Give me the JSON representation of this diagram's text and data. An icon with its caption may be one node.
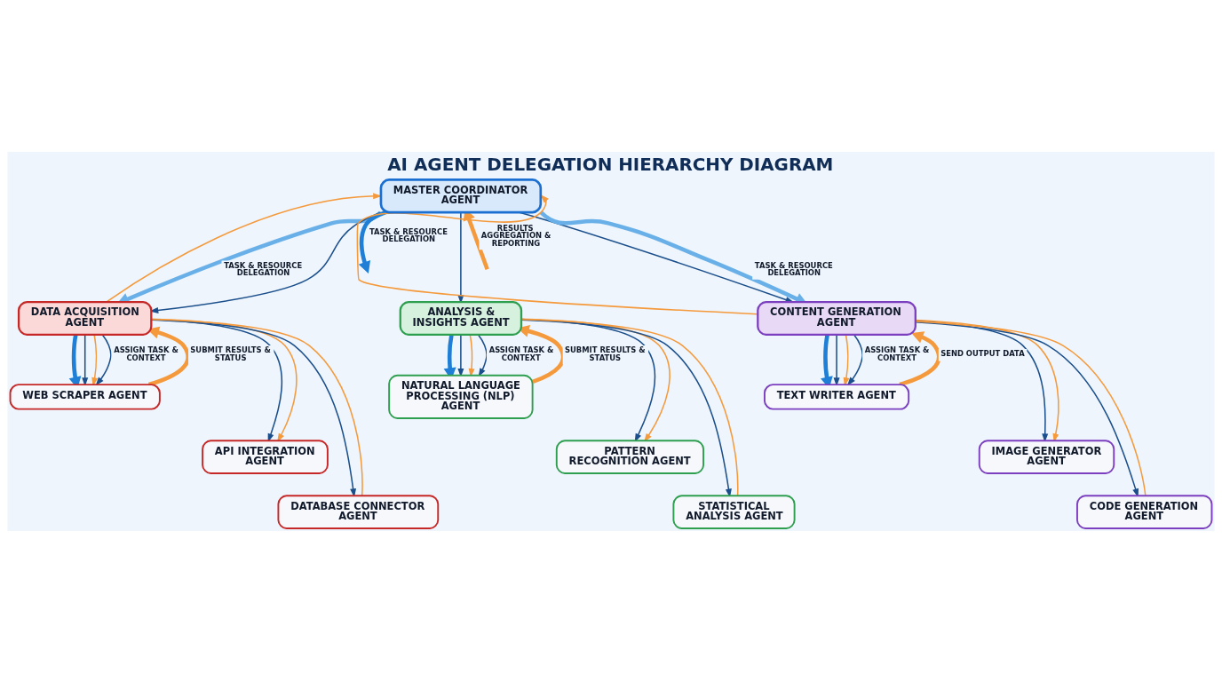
{
  "diagram": {
    "title": "AI AGENT DELEGATION HIERARCHY DIAGRAM",
    "nodes": [
      {
        "text": [
          "MASTER COORDINATOR AGENT"
        ]
      },
      {
        "text": [
          "DATA ACQUISITION AGENT"
        ]
      },
      {
        "text": [
          "ANALYSIS & INSIGHTS AGENT"
        ]
      },
      {
        "text": [
          "CONTENT GENERATION AGENT"
        ]
      },
      {
        "text": [
          "WEB SCRAPER AGENT"
        ]
      },
      {
        "text": [
          "API INTEGRATION AGENT"
        ]
      },
      {
        "text": [
          "DATABASE CONNECTOR AGENT"
        ]
      },
      {
        "text": [
          "NATURAL LANGUAGE PROCESSING (NLP) AGENT"
        ]
      },
      {
        "text": [
          "PATTERN RECOGNITION AGENT"
        ]
      },
      {
        "text": [
          "STATISTICAL ANALYSIS AGENT"
        ]
      },
      {
        "text": [
          "TEXT WRITER AGENT"
        ]
      },
      {
        "text": [
          "IMAGE GENERATOR AGENT"
        ]
      },
      {
        "text": [
          "CODE GENERATION AGENT"
        ]
      }
    ],
    "edges": [
      {
        "from": 1,
        "to": 0,
        "arrow": "to",
        "color": "#f59a3c"
      },
      {
        "from": 3,
        "to": 0,
        "arrow": "to",
        "color": "#f59a3c"
      },
      {
        "from": 0,
        "to": 1,
        "arrow": "to",
        "label": "TASK & RESOURCE DELEGATION",
        "style": "thick",
        "color": "#6ab0e8"
      },
      {
        "from": 0,
        "to": 1,
        "arrow": "to",
        "color": "#1b4f8c"
      },
      {
        "from": 0,
        "to": null,
        "arrow": "to",
        "label": "TASK & RESOURCE DELEGATION",
        "style": "thick",
        "color": "#1f7fd6"
      },
      {
        "from": 0,
        "to": 2,
        "arrow": "to",
        "color": "#1b4f8c"
      },
      {
        "from": null,
        "to": 0,
        "arrow": "to",
        "label": "RESULTS AGGREGATION & REPORTING",
        "style": "thick",
        "color": "#f59a3c"
      },
      {
        "from": 0,
        "to": 3,
        "arrow": "to",
        "color": "#1b4f8c"
      },
      {
        "from": 0,
        "to": 3,
        "arrow": "to",
        "label": "TASK & RESOURCE DELEGATION",
        "style": "thick",
        "color": "#6ab0e8"
      },
      {
        "from": 1,
        "to": 5,
        "arrow": "to",
        "color": "#1b4f8c"
      },
      {
        "from": 1,
        "to": 6,
        "arrow": "to",
        "color": "#1b4f8c"
      },
      {
        "from": 1,
        "to": 4,
        "arrow": "to",
        "style": "thick",
        "color": "#1f7fd6"
      },
      {
        "from": 1,
        "to": 4,
        "arrow": "to",
        "color": "#1b4f8c"
      },
      {
        "from": 1,
        "to": 4,
        "arrow": "to",
        "color": "#f59a3c"
      },
      {
        "from": 1,
        "to": 5,
        "arrow": "to",
        "color": "#f59a3c"
      },
      {
        "from": 1,
        "to": 6,
        "arrow": "none",
        "color": "#f59a3c"
      },
      {
        "from": 1,
        "to": 4,
        "arrow": "to",
        "label": "ASSIGN TASK & CONTEXT",
        "color": "#1b4f8c"
      },
      {
        "from": 4,
        "to": 1,
        "arrow": "to",
        "label": "SUBMIT RESULTS & STATUS",
        "style": "thick",
        "color": "#f59a3c"
      },
      {
        "from": 2,
        "to": 8,
        "arrow": "to",
        "color": "#1b4f8c"
      },
      {
        "from": 2,
        "to": 9,
        "arrow": "to",
        "color": "#1b4f8c"
      },
      {
        "from": 2,
        "to": 7,
        "arrow": "to",
        "style": "thick",
        "color": "#1f7fd6"
      },
      {
        "from": 2,
        "to": 7,
        "arrow": "to",
        "color": "#1b4f8c"
      },
      {
        "from": 2,
        "to": 7,
        "arrow": "to",
        "color": "#f59a3c"
      },
      {
        "from": 2,
        "to": 8,
        "arrow": "to",
        "color": "#f59a3c"
      },
      {
        "from": 2,
        "to": 9,
        "arrow": "none",
        "color": "#f59a3c"
      },
      {
        "from": 2,
        "to": 7,
        "arrow": "to",
        "label": "ASSIGN TASK & CONTEXT",
        "color": "#1b4f8c"
      },
      {
        "from": 7,
        "to": 2,
        "arrow": "to",
        "label": "SUBMIT RESULTS & STATUS",
        "style": "thick",
        "color": "#f59a3c"
      },
      {
        "from": 3,
        "to": 11,
        "arrow": "to",
        "color": "#1b4f8c"
      },
      {
        "from": 3,
        "to": 12,
        "arrow": "to",
        "color": "#1b4f8c"
      },
      {
        "from": 3,
        "to": 10,
        "arrow": "to",
        "style": "thick",
        "color": "#1f7fd6"
      },
      {
        "from": 3,
        "to": 10,
        "arrow": "to",
        "color": "#1b4f8c"
      },
      {
        "from": 3,
        "to": 10,
        "arrow": "to",
        "color": "#f59a3c"
      },
      {
        "from": 3,
        "to": 11,
        "arrow": "to",
        "color": "#f59a3c"
      },
      {
        "from": 3,
        "to": 12,
        "arrow": "none",
        "color": "#f59a3c"
      },
      {
        "from": 3,
        "to": 10,
        "arrow": "to",
        "label": "ASSIGN TASK & CONTEXT",
        "color": "#1b4f8c"
      },
      {
        "from": 10,
        "to": 3,
        "arrow": "to",
        "label": "SEND OUTPUT DATA",
        "style": "thick",
        "color": "#f59a3c"
      }
    ]
  }
}
